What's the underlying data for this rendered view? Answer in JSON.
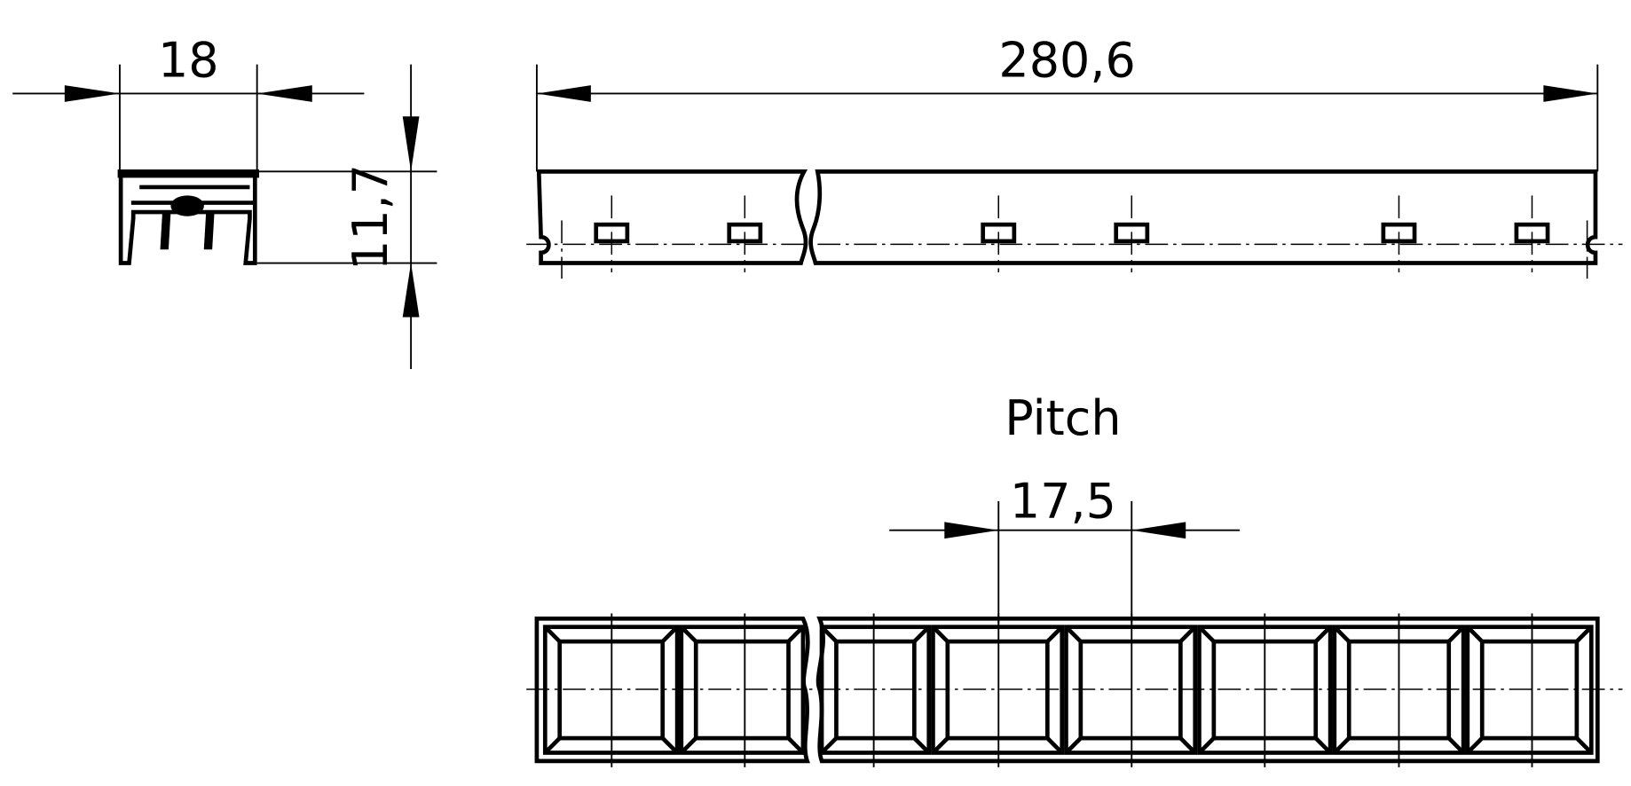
{
  "dimensions": {
    "width": "18",
    "height": "11,7",
    "length": "280,6",
    "pitch_label": "Pitch",
    "pitch_value": "17,5"
  },
  "colors": {
    "line": "#000000",
    "background": "#ffffff"
  }
}
